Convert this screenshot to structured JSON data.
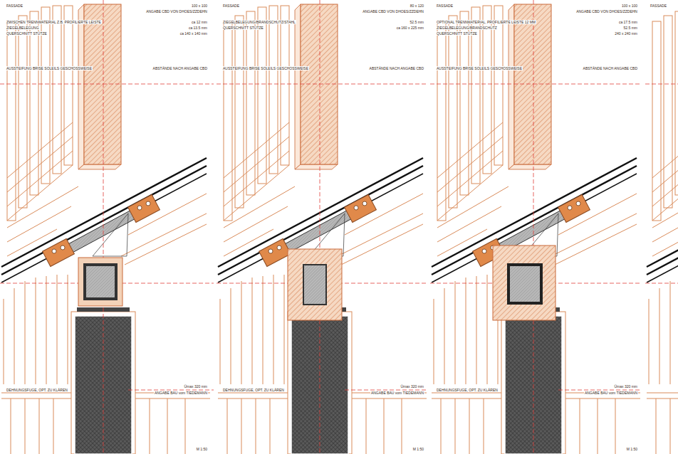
{
  "diagram": {
    "labels": [
      "FASSADE",
      "100 x 100",
      "ANGABE CBD VON DHOES/ZZDEHN",
      "ZWISCHEN TRENNMATERIAL Z.B. PROFILIERTE LEISTE",
      "ca 12 mm",
      "ZIEGELBELEGUNG",
      "ca 13.5 mm",
      "QUERSCHNITT STÜTZE",
      "ca 140 x 140 mm",
      "AUSSTEIFUNG BRISE SOLEILS GESCHOSSWEISE",
      "ABSTÄNDE NACH ANGABE CBD",
      "Ümax 320 mm",
      "ANGABE BAU vom TIEDEMANN",
      "DEHNUNGSFUGE, OPT. ZU KLÄREN",
      "M 1:50",
      "FASSADE",
      "80 x 120",
      "ANGABE CBD VON DHOES/ZZDEHN",
      "ZIEGELBELEGUNG/BRANDSCHUTZ/STAHL",
      "52.5 mm",
      "QUERSCHNITT STÜTZE",
      "ca 160 x 225 mm",
      "AUSSTEIFUNG BRISE SOLEILS GESCHOSSWEISE",
      "ABSTÄNDE NACH ANGABE CBD",
      "Ümax 320 mm",
      "ANGABE BAU vom TIEDEMANN",
      "DEHNUNGSFUGE, OPT. ZU KLÄREN",
      "M 1:50",
      "FASSADE",
      "100 x 100",
      "ANGABE CBD VON DHOES/ZZDEHN",
      "OPTIONAL TRENNMATERIAL, PROFILIERTE LEISTE 12 MM",
      "ca 17.5 mm",
      "ZIEGELBELEGUNG/BRANDSCHUTZ",
      "52.5 mm",
      "QUERSCHNITT STÜTZE",
      "240 x 240 mm",
      "AUSSTEIFUNG BRISE SOLEILS GESCHOSSWEISE",
      "ABSTÄNDE NACH ANGABE CBD",
      "Ümax 320 mm",
      "ANGABE BAU vom TIEDEMANN",
      "DEHNUNGSFUGE, OPT. ZU KLÄREN",
      "M 1:50",
      "FASSADE"
    ]
  }
}
